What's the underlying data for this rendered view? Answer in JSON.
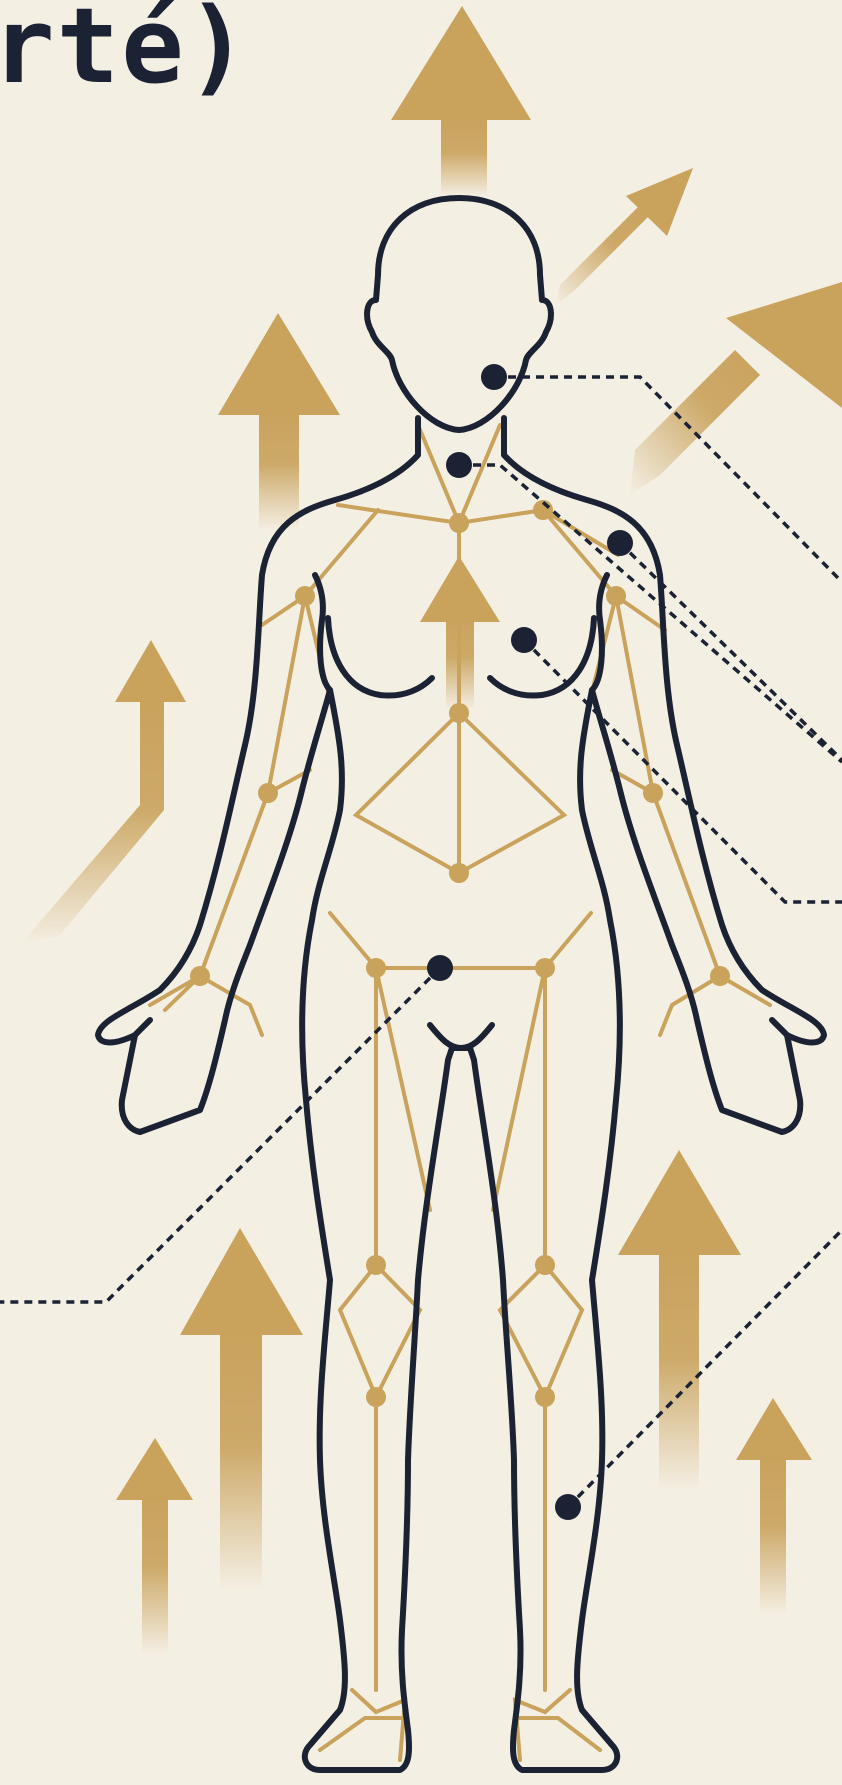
{
  "title_fragment": "rté)",
  "colors": {
    "background": "#f4efe3",
    "gold": "#c9a25c",
    "navy": "#1b2233"
  },
  "icons": [
    "arrow-up-icon",
    "arrow-diagonal-icon",
    "arrow-step-icon"
  ],
  "annotation_points": [
    "jaw",
    "throat",
    "right-shoulder",
    "chest",
    "lower-abdomen",
    "left-shin"
  ]
}
